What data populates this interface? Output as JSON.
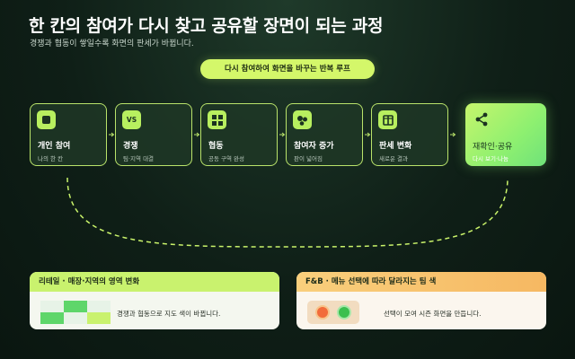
{
  "header": {
    "title": "한 칸의 참여가 다시 찾고 공유할 장면이 되는 과정",
    "subtitle": "경쟁과 협동이 쌓일수록 화면의 판세가 바뀝니다."
  },
  "loop_label": "다시 참여하여 화면을 바꾸는 반복 루프",
  "steps": [
    {
      "label": "개인 참여",
      "sub": "나의 한 칸",
      "icon": "square-icon"
    },
    {
      "label": "경쟁",
      "sub": "팀·지역 대결",
      "icon": "vs-icon",
      "icon_text": "VS"
    },
    {
      "label": "협동",
      "sub": "공동 구역 완성",
      "icon": "grid-icon"
    },
    {
      "label": "참여자 증가",
      "sub": "판이 넓어짐",
      "icon": "people-icon"
    },
    {
      "label": "판세 변화",
      "sub": "새로운 결과",
      "icon": "box-icon"
    },
    {
      "label": "재확인·공유",
      "sub": "다시 보기·나눔",
      "icon": "share-icon"
    }
  ],
  "cards": {
    "retail": {
      "title": "리테일 · 매장·지역의 영역 변화",
      "text": "경쟁과 협동으로 지도 색이 바뀝니다."
    },
    "fnb": {
      "title": "F&B · 메뉴 선택에 따라 달라지는 팀 색",
      "text": "선택이 모여 시즌 화면을 만듭니다."
    }
  },
  "colors": {
    "accent": "#b8ef5f",
    "pill": "#d4f76a",
    "retail_head": "#c9f26e",
    "fnb_head": "#f6b862",
    "dot_orange": "#f26b3a",
    "dot_green": "#3bbf4f"
  }
}
